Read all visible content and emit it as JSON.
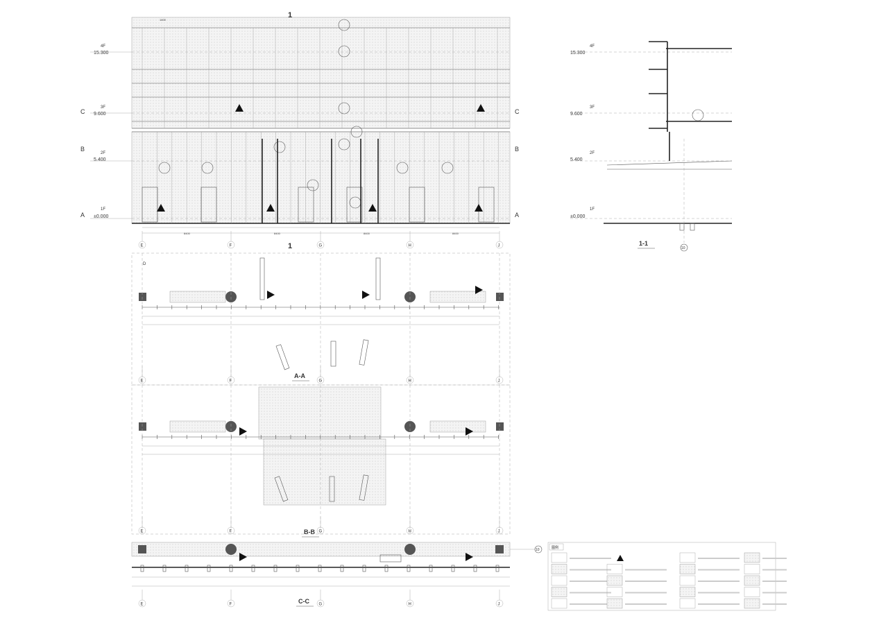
{
  "drawing": {
    "elevation": {
      "section_title": "1",
      "levels": [
        {
          "floor": "4F",
          "elev": "15.300"
        },
        {
          "floor": "3F",
          "elev": "9.600"
        },
        {
          "floor": "2F",
          "elev": "5.400"
        },
        {
          "floor": "1F",
          "elev": "±0.000"
        }
      ],
      "cut_markers": [
        "C",
        "B",
        "A"
      ],
      "module_dim": "1400",
      "bay_dims": [
        "8400",
        "8400",
        "8400",
        "8400"
      ]
    },
    "axes": [
      "E",
      "F",
      "G",
      "H",
      "J"
    ],
    "section_1_1": {
      "title": "1-1",
      "axis": "10"
    },
    "plans": [
      {
        "title": "A-A"
      },
      {
        "title": "B-B"
      },
      {
        "title": "C-C"
      }
    ],
    "plan_a_label": "D",
    "axis_10": "10",
    "legend": {
      "title": "图例"
    },
    "colors": {
      "line": "#555555",
      "fill_dark": "#555555",
      "paper": "#ffffff"
    }
  }
}
